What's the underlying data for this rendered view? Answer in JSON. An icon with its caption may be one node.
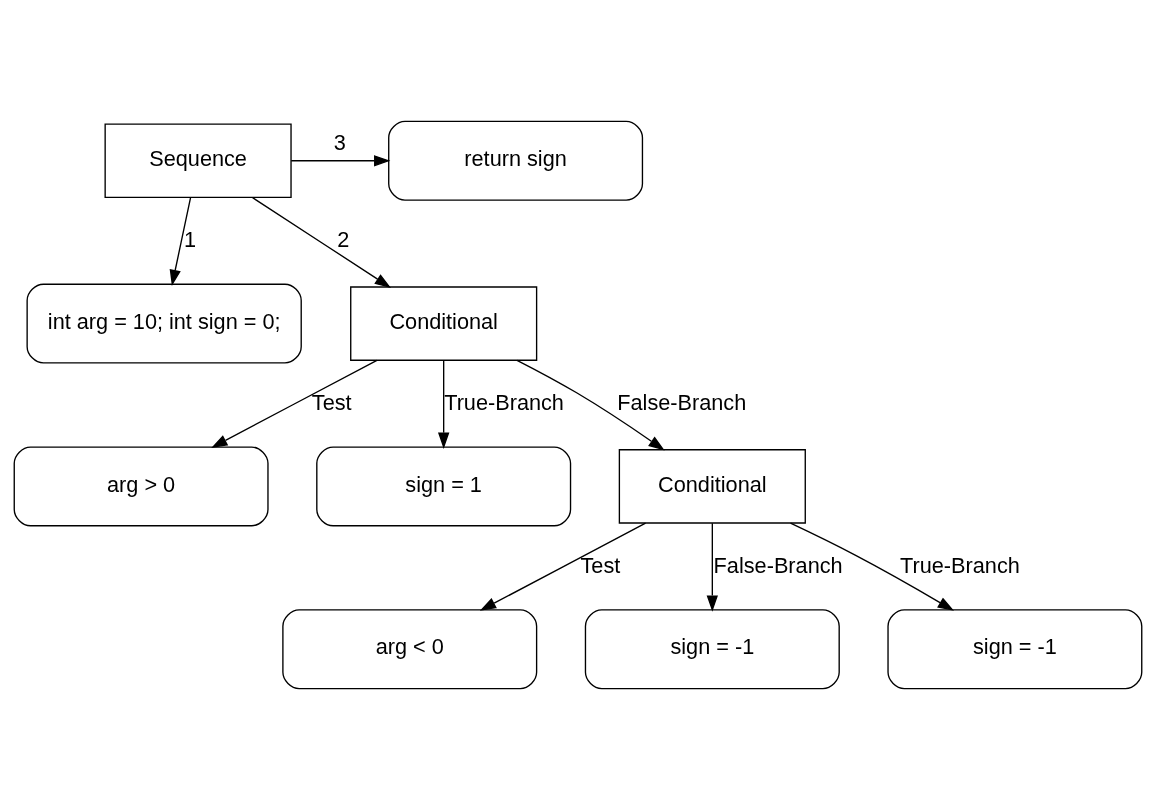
{
  "diagram": {
    "nodes": [
      {
        "text": [
          "Sequence"
        ]
      },
      {
        "text": [
          "return sign"
        ]
      },
      {
        "text": [
          "int arg = 10; int sign = 0;"
        ]
      },
      {
        "text": [
          "Conditional"
        ]
      },
      {
        "text": [
          "arg > 0"
        ]
      },
      {
        "text": [
          "sign = 1"
        ]
      },
      {
        "text": [
          "Conditional"
        ]
      },
      {
        "text": [
          "arg < 0"
        ]
      },
      {
        "text": [
          "sign = -1"
        ]
      },
      {
        "text": [
          "sign = -1"
        ]
      }
    ],
    "edges": [
      {
        "from": 0,
        "to": 1,
        "arrow": "to",
        "label": "3"
      },
      {
        "from": 0,
        "to": 2,
        "arrow": "to",
        "label": "1"
      },
      {
        "from": 0,
        "to": 3,
        "arrow": "to",
        "label": "2"
      },
      {
        "from": 3,
        "to": 4,
        "arrow": "to",
        "label": "Test"
      },
      {
        "from": 3,
        "to": 5,
        "arrow": "to",
        "label": "True-Branch"
      },
      {
        "from": 3,
        "to": 6,
        "arrow": "to",
        "label": "False-Branch"
      },
      {
        "from": 6,
        "to": 7,
        "arrow": "to",
        "label": "Test"
      },
      {
        "from": 6,
        "to": 8,
        "arrow": "to",
        "label": "False-Branch"
      },
      {
        "from": 6,
        "to": 9,
        "arrow": "to",
        "label": "True-Branch"
      }
    ]
  }
}
